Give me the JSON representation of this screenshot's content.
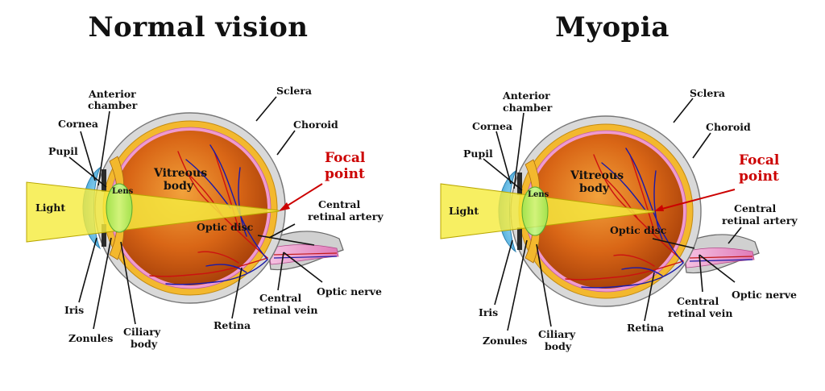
{
  "titles": {
    "left": "Normal vision",
    "right": "Myopia"
  },
  "labels": {
    "anterior_chamber_1": "Anterior",
    "anterior_chamber_2": "chamber",
    "cornea": "Cornea",
    "pupil": "Pupil",
    "light": "Light",
    "lens": "Lens",
    "vitreous_1": "Vitreous",
    "vitreous_2": "body",
    "sclera": "Sclera",
    "choroid": "Choroid",
    "focal_1": "Focal",
    "focal_2": "point",
    "central_artery_1": "Central",
    "central_artery_2": "retinal artery",
    "optic_disc": "Optic disc",
    "optic_nerve": "Optic nerve",
    "central_vein_1": "Central",
    "central_vein_2": "retinal vein",
    "retina": "Retina",
    "iris": "Iris",
    "zonules": "Zonules",
    "ciliary_1": "Ciliary",
    "ciliary_2": "body"
  },
  "colors": {
    "focal_label": "#cc0000",
    "light_beam": "#f5ec40",
    "lens": "#a8ee60",
    "cornea": "#56b8e6",
    "sclera": "#d8d8d8",
    "choroid": "#f3b82e",
    "retina": "#ef9ad0",
    "vitreous": "#d35a12",
    "vessels_artery": "#cc1111",
    "vessels_vein": "#1a1aa8"
  }
}
